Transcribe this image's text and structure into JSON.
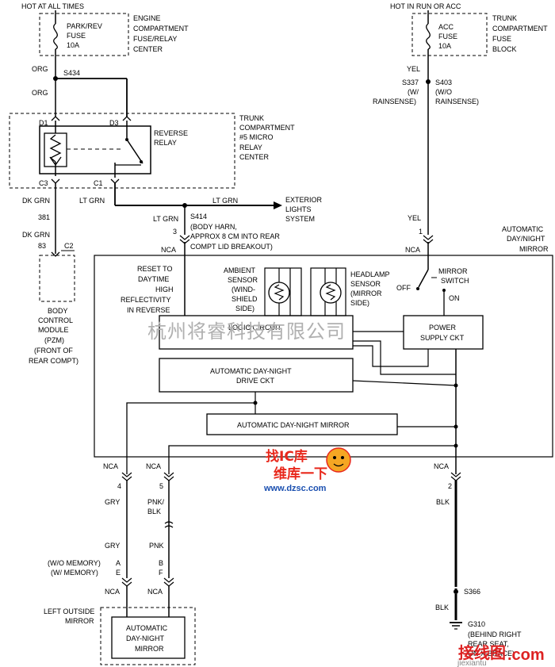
{
  "power": {
    "left_header": "HOT AT ALL TIMES",
    "right_header": "HOT IN RUN OR ACC",
    "fuse_left": [
      "PARK/REV",
      "FUSE",
      "10A"
    ],
    "fuse_left_location": [
      "ENGINE",
      "COMPARTMENT",
      "FUSE/RELAY",
      "CENTER"
    ],
    "fuse_right": [
      "ACC",
      "FUSE",
      "10A"
    ],
    "fuse_right_location": [
      "TRUNK",
      "COMPARTMENT",
      "FUSE",
      "BLOCK"
    ]
  },
  "relay": {
    "name": [
      "REVERSE",
      "RELAY"
    ],
    "location": [
      "TRUNK",
      "COMPARTMENT",
      "#5 MICRO",
      "RELAY",
      "CENTER"
    ],
    "pins": {
      "d1": "D1",
      "d3": "D3",
      "c3": "C3",
      "c1": "C1"
    }
  },
  "wires": {
    "org1": "ORG",
    "org2": "ORG",
    "s434": "S434",
    "dkgrn1": "DK GRN",
    "w381": "381",
    "dkgrn2": "DK GRN",
    "pin83": "83",
    "c2": "C2",
    "ltgrn_c1": "LT GRN",
    "ltgrn_right": "LT GRN",
    "ltgrn_down": "LT GRN",
    "s414": "S414",
    "s414_note": [
      "(BODY HARN,",
      "APPROX 8 CM INTO REAR",
      "COMPT LID BREAKOUT)"
    ],
    "pin3": "3",
    "nca_top_left": "NCA",
    "exterior": [
      "EXTERIOR",
      "LIGHTS",
      "SYSTEM"
    ],
    "yel1": "YEL",
    "s337": "S337",
    "s403": "S403",
    "w_note": "(W/",
    "wo_note": "(W/O",
    "rainsense1": "RAINSENSE)",
    "rainsense2": "RAINSENSE)",
    "yel2": "YEL",
    "pin1": "1",
    "nca_top_right": "NCA"
  },
  "bcm": {
    "label": [
      "BODY",
      "CONTROL",
      "MODULE",
      "(PZM)",
      "(FRONT OF",
      "REAR COMPT)"
    ]
  },
  "mirror": {
    "title": [
      "AUTOMATIC",
      "DAY/NIGHT",
      "MIRROR"
    ],
    "reset_note": [
      "RESET TO",
      "DAYTIME",
      "HIGH",
      "REFLECTIVITY",
      "IN REVERSE"
    ],
    "ambient": [
      "AMBIENT",
      "SENSOR",
      "(WIND-",
      "SHIELD",
      "SIDE)"
    ],
    "headlamp": [
      "HEADLAMP",
      "SENSOR",
      "(MIRROR",
      "SIDE)"
    ],
    "mirror_switch": [
      "MIRROR",
      "SWITCH"
    ],
    "off": "OFF",
    "on": "ON",
    "logic": "LOGIC CIRCUIT",
    "power_supply": [
      "POWER",
      "SUPPLY CKT"
    ],
    "drive": [
      "AUTOMATIC DAY-NIGHT",
      "DRIVE CKT"
    ],
    "dn_mirror": "AUTOMATIC DAY-NIGHT MIRROR"
  },
  "bottom": {
    "nca_a": "NCA",
    "nca_b": "NCA",
    "nca_c": "NCA",
    "pin4": "4",
    "pin5": "5",
    "pin2": "2",
    "gry1": "GRY",
    "pnkblk": [
      "PNK/",
      "BLK"
    ],
    "blk1": "BLK",
    "gry2": "GRY",
    "pnk": "PNK",
    "wo_memory": "(W/O MEMORY)",
    "w_memory": "(W/ MEMORY)",
    "pinA": "A",
    "pinE": "E",
    "pinB": "B",
    "pinF": "F",
    "nca_d": "NCA",
    "nca_e": "NCA",
    "s366": "S366",
    "blk2": "BLK",
    "g310": "G310",
    "ground_note": [
      "(BEHIND RIGHT",
      "REAR SEAT,",
      "ON X-BRACE)"
    ],
    "left_outside": [
      "LEFT OUTSIDE",
      "MIRROR"
    ],
    "outside_mirror": [
      "AUTOMATIC",
      "DAY-NIGHT",
      "MIRROR"
    ]
  },
  "watermarks": {
    "company": "杭州将睿科技有限公司",
    "logo_cn": "维库一下",
    "logo_url": "www.dzsc.com",
    "logo_top": "找IC库",
    "corner": "接线图",
    "corner_url": "jiexiantu",
    "corner_com": ".com"
  },
  "colors": {
    "wire": "#000000",
    "dashed": "#000000",
    "watermark": "#b0b0b0",
    "logo_red": "#e8281c",
    "logo_blue": "#1a4fb0"
  }
}
